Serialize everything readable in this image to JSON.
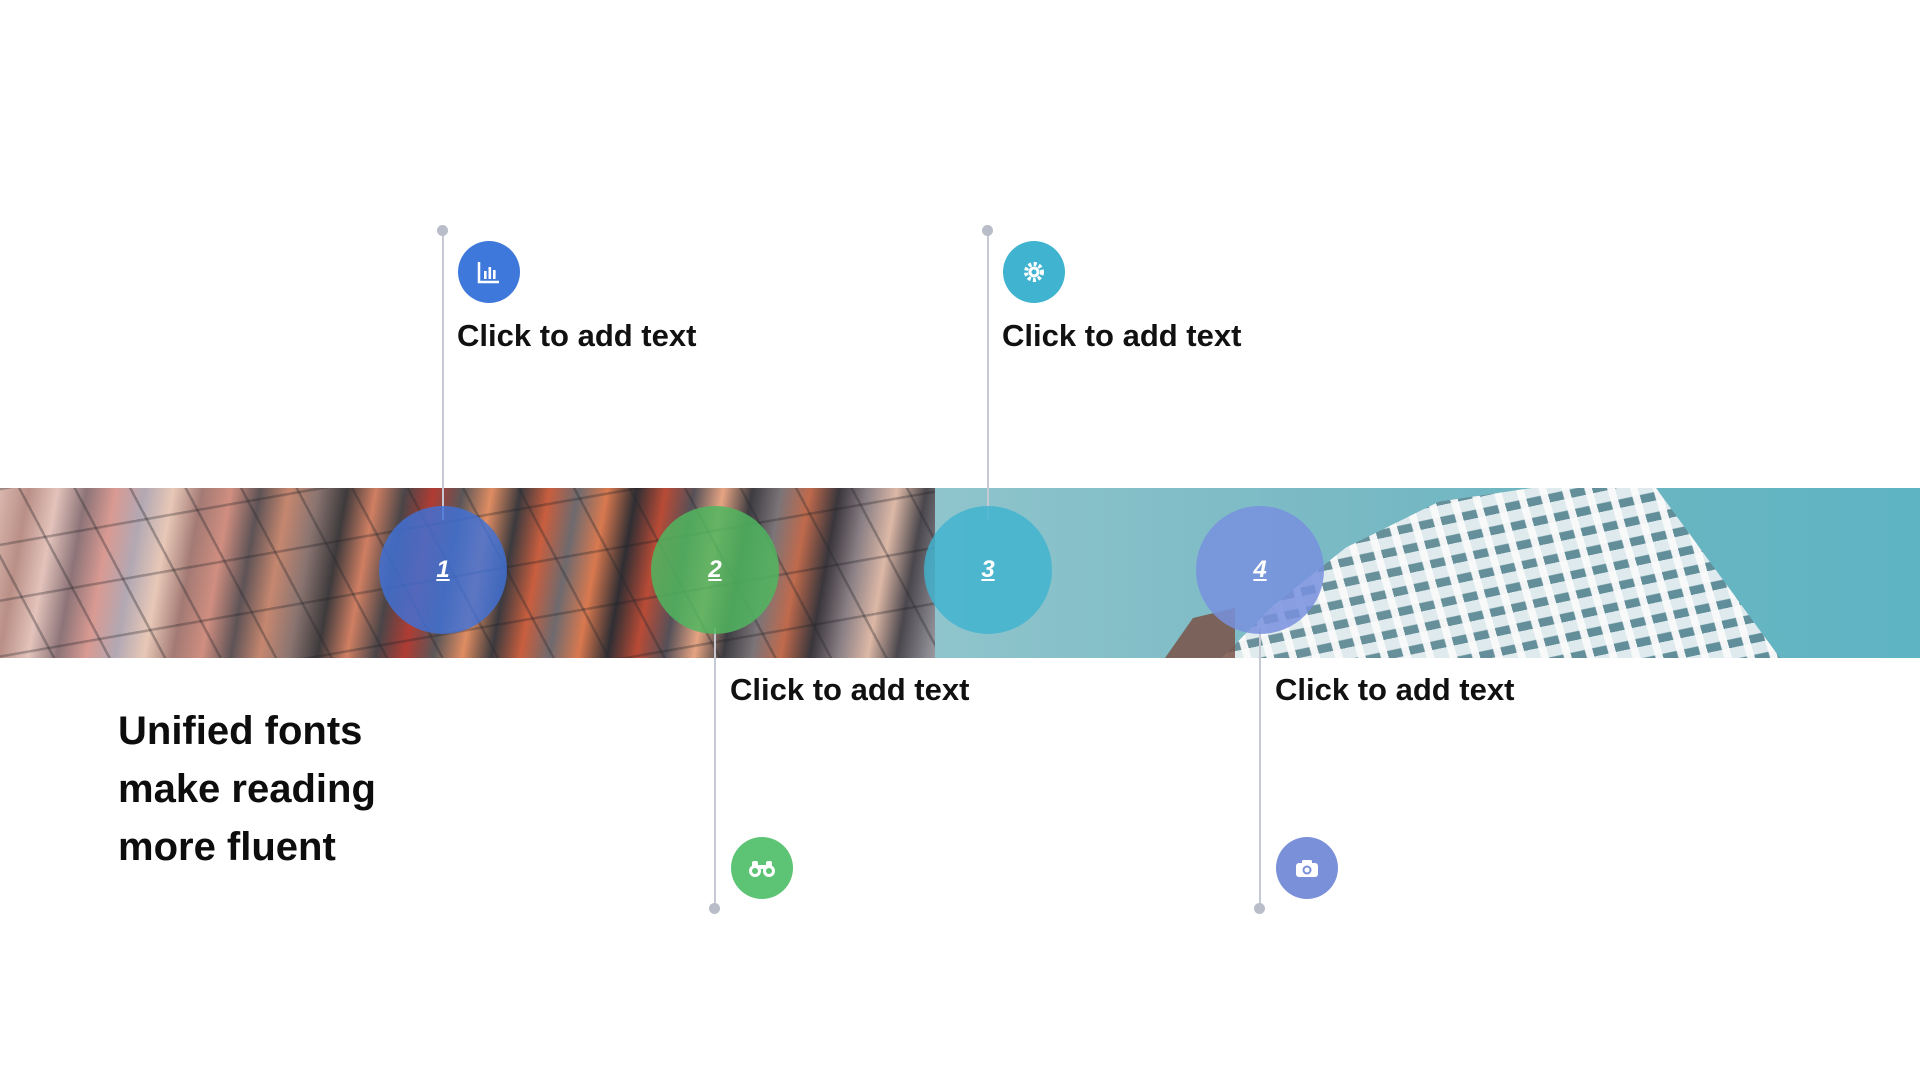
{
  "slide": {
    "caption_lines": [
      "Unified fonts",
      "make reading",
      "more fluent"
    ],
    "steps": [
      {
        "number": "1",
        "heading": "Click to add text",
        "icon": "bar-chart-icon",
        "color": "#3f72d8"
      },
      {
        "number": "2",
        "heading": "Click to add text",
        "icon": "binoculars-icon",
        "color": "#55bf6a"
      },
      {
        "number": "3",
        "heading": "Click to add text",
        "icon": "gear-icon",
        "color": "#3fb3cf"
      },
      {
        "number": "4",
        "heading": "Click to add text",
        "icon": "camera-icon",
        "color": "#7088da"
      }
    ]
  }
}
